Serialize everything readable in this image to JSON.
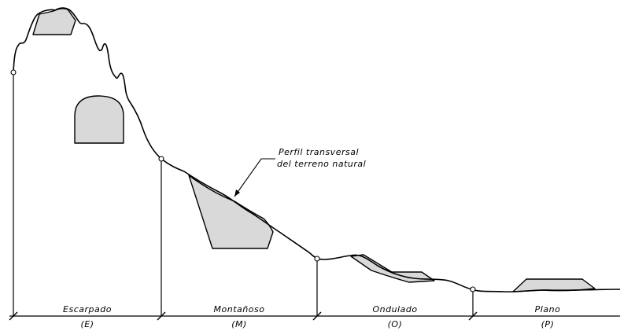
{
  "annotation": {
    "line1": "Perfil transversal",
    "line2": "del terreno natural"
  },
  "segments": [
    {
      "name": "Escarpado",
      "code": "(E)"
    },
    {
      "name": "Montañoso",
      "code": "(M)"
    },
    {
      "name": "Ondulado",
      "code": "(O)"
    },
    {
      "name": "Plano",
      "code": "(P)"
    }
  ],
  "colors": {
    "fill": "#d9d9d9",
    "stroke": "#000000"
  }
}
